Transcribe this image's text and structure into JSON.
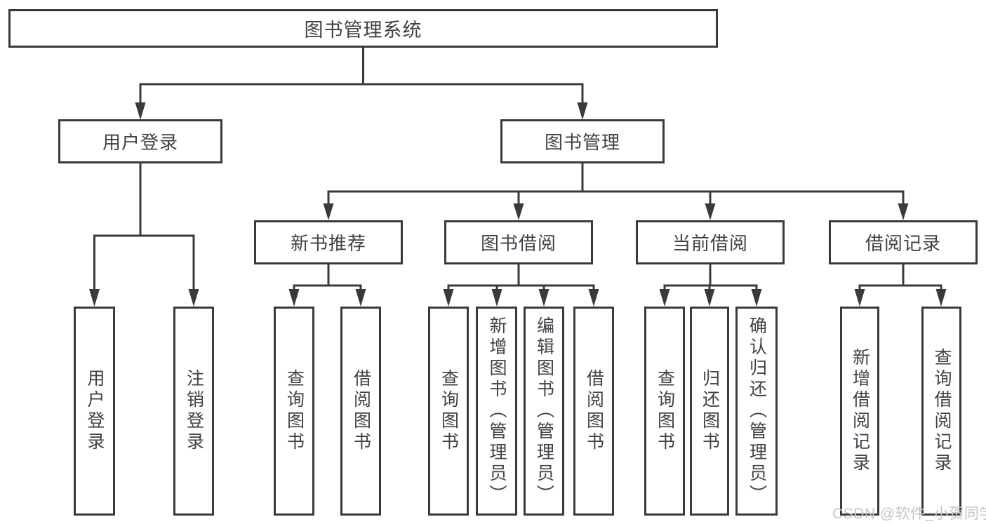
{
  "diagram": {
    "root": {
      "label": "图书管理系统",
      "children": [
        {
          "label": "用户登录",
          "children": [
            {
              "label": "用户登录"
            },
            {
              "label": "注销登录"
            }
          ]
        },
        {
          "label": "图书管理",
          "children": [
            {
              "label": "新书推荐",
              "children": [
                {
                  "label": "查询图书"
                },
                {
                  "label": "借阅图书"
                }
              ]
            },
            {
              "label": "图书借阅",
              "children": [
                {
                  "label": "查询图书"
                },
                {
                  "label": "新增图书（管理员）"
                },
                {
                  "label": "编辑图书（管理员）"
                },
                {
                  "label": "借阅图书"
                }
              ]
            },
            {
              "label": "当前借阅",
              "children": [
                {
                  "label": "查询图书"
                },
                {
                  "label": "归还图书"
                },
                {
                  "label": "确认归还（管理员）"
                }
              ]
            },
            {
              "label": "借阅记录",
              "children": [
                {
                  "label": "新增借阅记录"
                },
                {
                  "label": "查询借阅记录"
                }
              ]
            }
          ]
        }
      ]
    }
  },
  "watermark": {
    "text": "CSDN @软件_小贺同学"
  },
  "colors": {
    "line": "#3a3a3c",
    "box_border": "#3a3a3c",
    "text": "#414146",
    "watermark": "#c6c6c6",
    "background": "#ffffff"
  }
}
